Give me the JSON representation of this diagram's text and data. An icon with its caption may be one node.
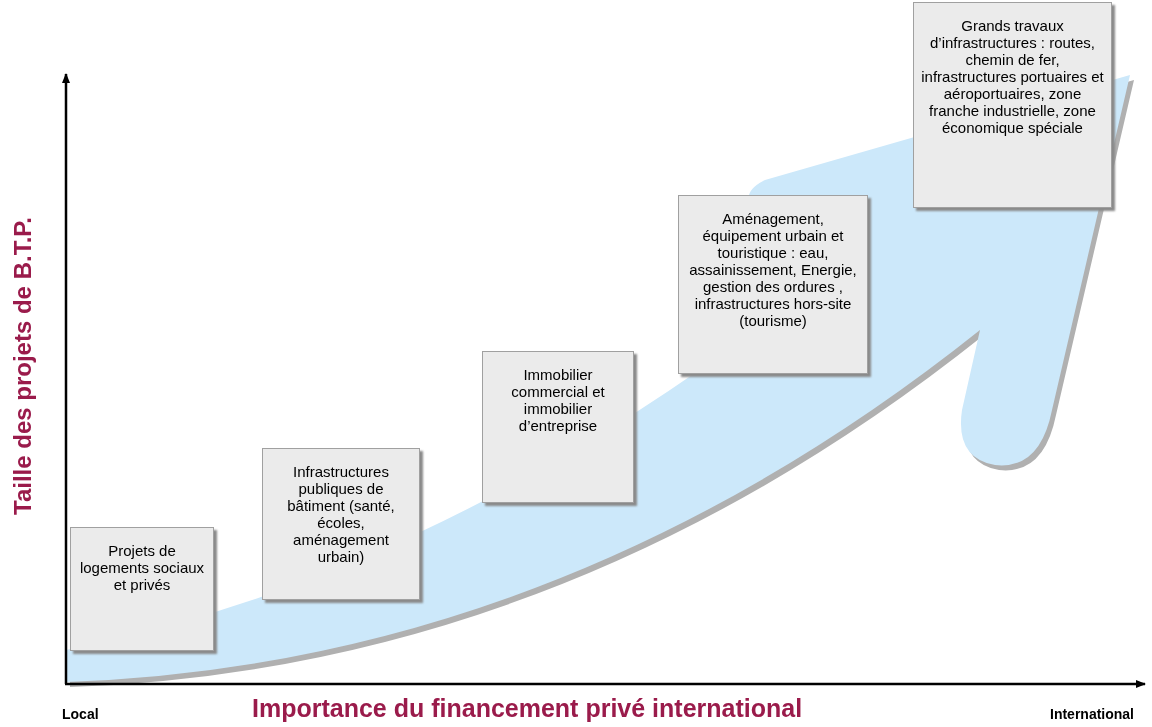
{
  "diagram": {
    "nodes": [
      {
        "text": [
          "Projets de logements sociaux et privés"
        ]
      },
      {
        "text": [
          "Infrastructures publiques de bâtiment (santé, écoles, aménagement urbain)"
        ]
      },
      {
        "text": [
          "Immobilier commercial et immobilier d’entreprise"
        ]
      },
      {
        "text": [
          "Aménagement, équipement urbain et touristique : eau, assainissement, Energie, gestion des ordures , infrastructures hors-site (tourisme)"
        ]
      },
      {
        "text": [
          "Grands travaux d’infrastructures : routes, chemin de fer, infrastructures portuaires et aéroportuaires, zone franche industrielle, zone économique spéciale"
        ]
      }
    ],
    "edges": [],
    "labels": [
      "Taille des projets  de B.T.P.",
      "Local",
      "Importance du financement privé international",
      "International"
    ]
  }
}
